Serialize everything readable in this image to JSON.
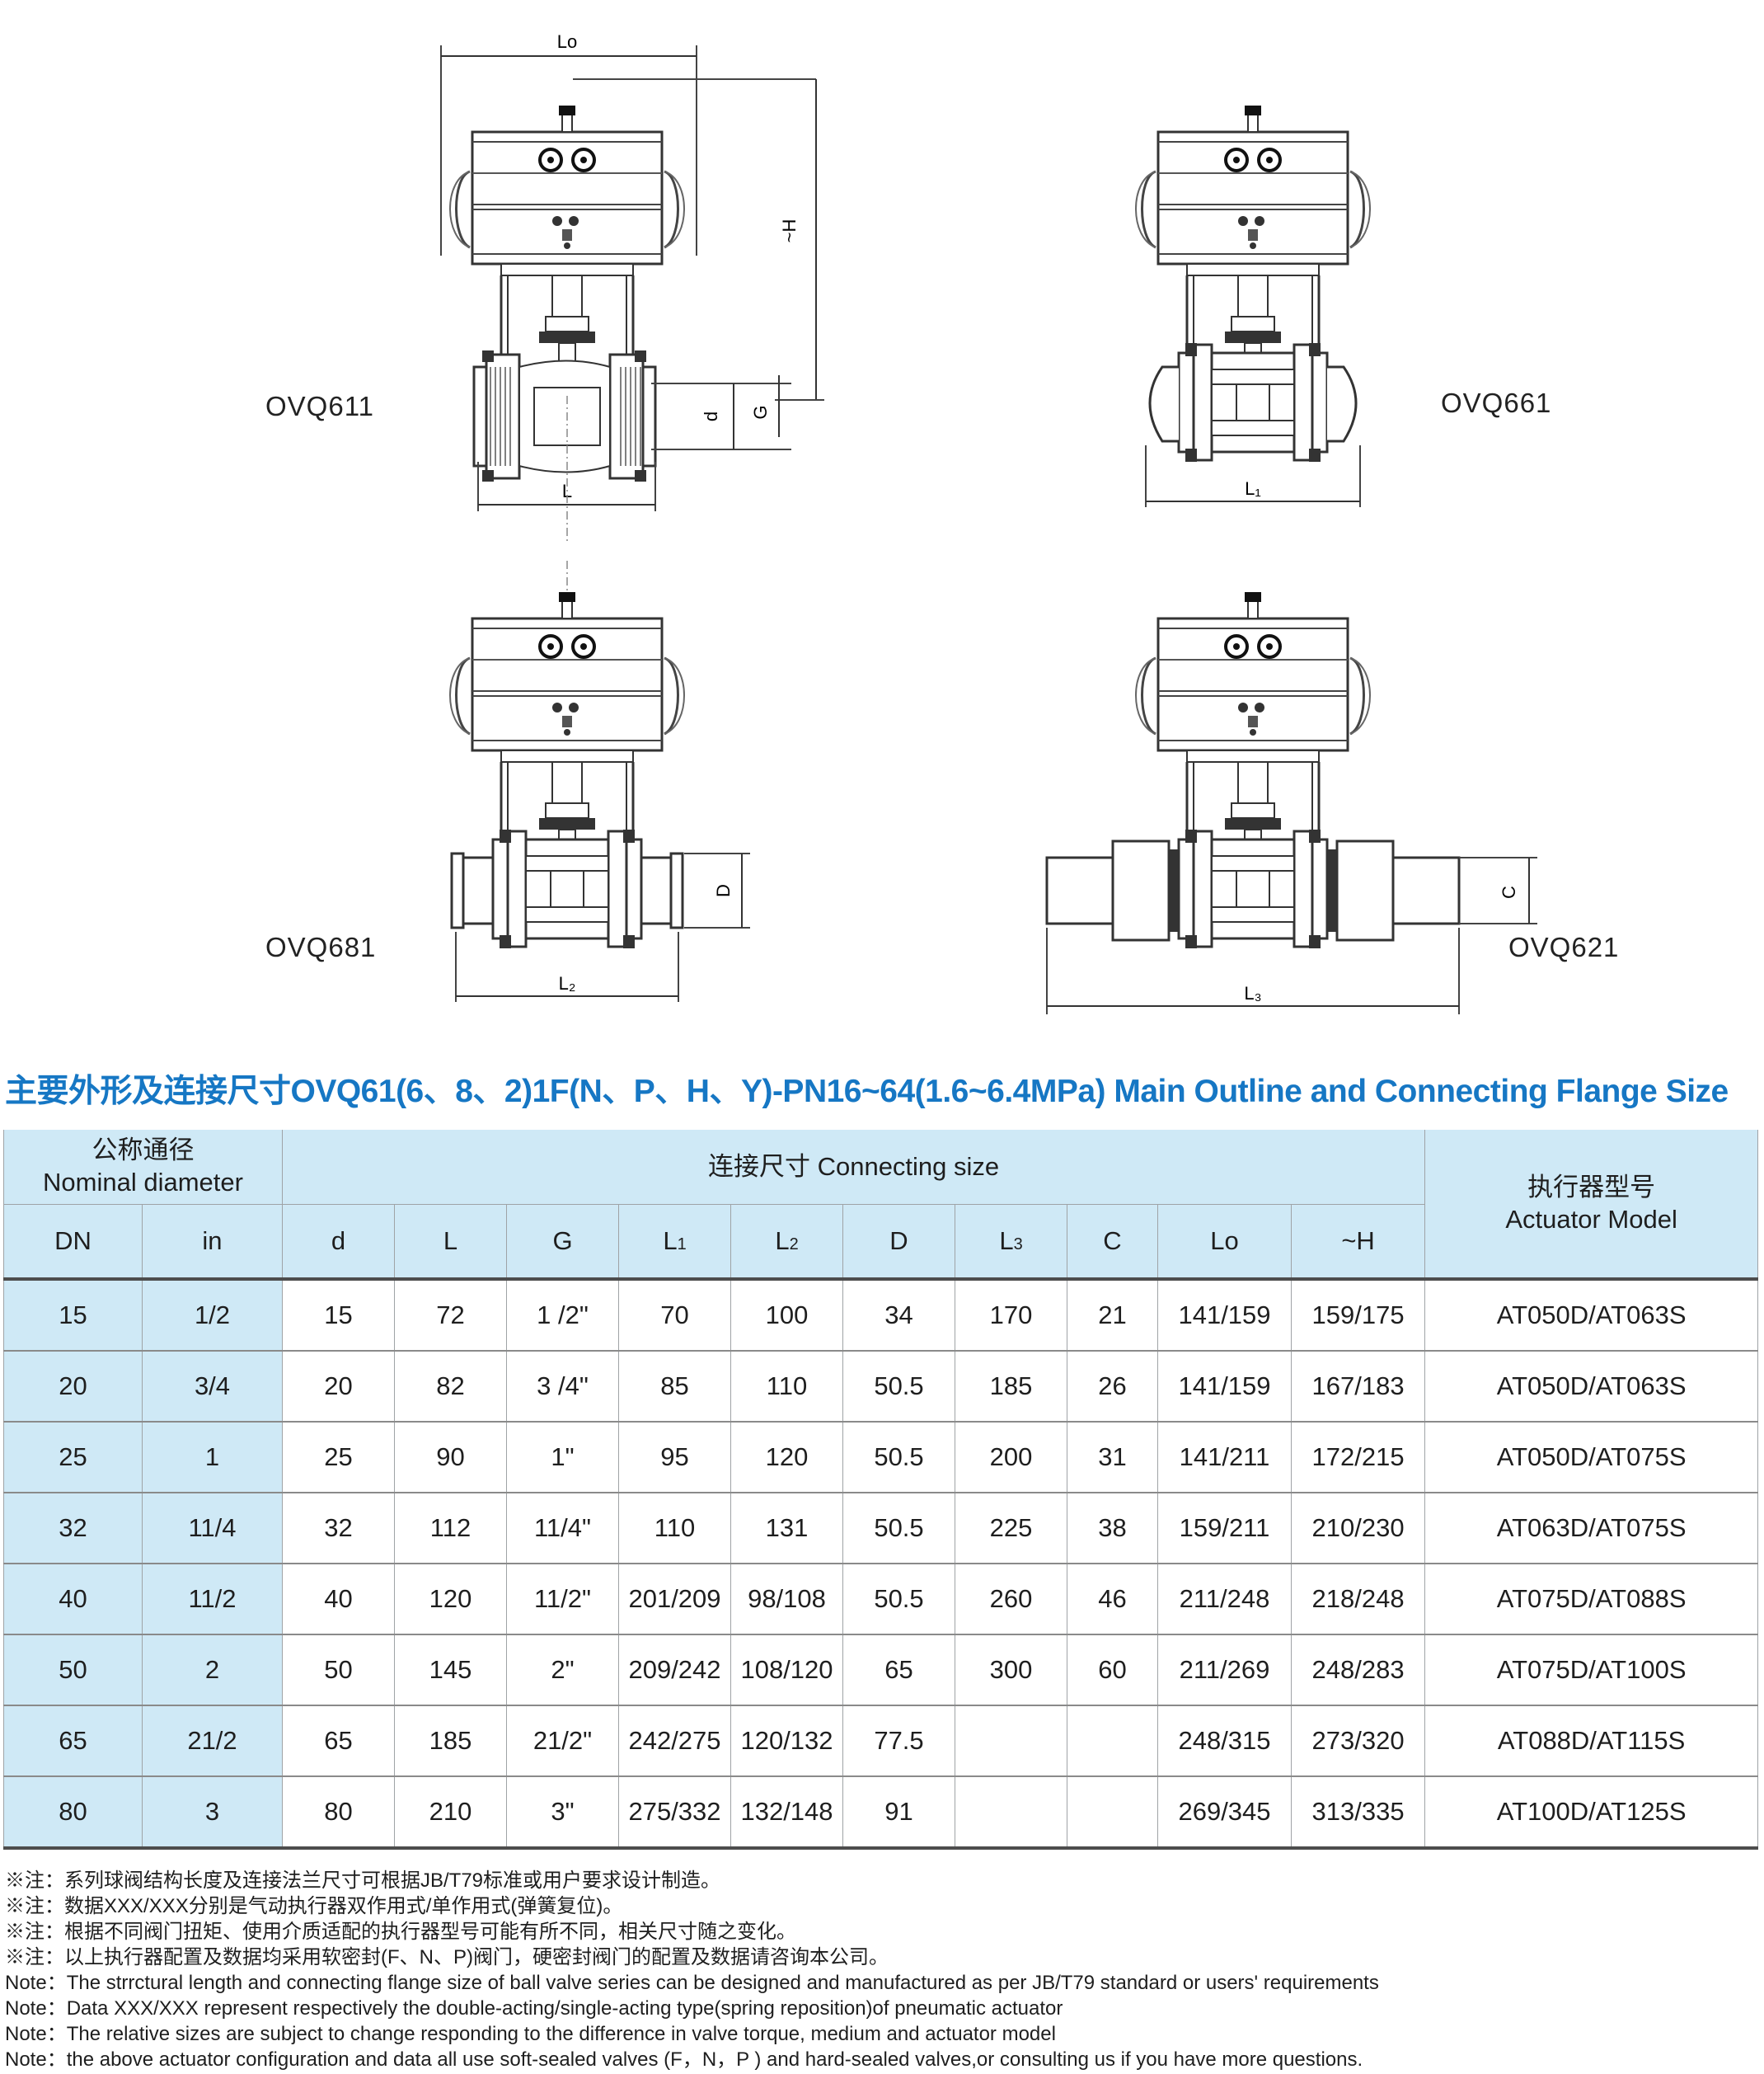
{
  "drawings": [
    {
      "model": "OVQ611",
      "dims": [
        "Lo",
        "~H",
        "d",
        "G",
        "L"
      ]
    },
    {
      "model": "OVQ661",
      "dims": [
        "L1"
      ]
    },
    {
      "model": "OVQ681",
      "dims": [
        "D",
        "L2"
      ]
    },
    {
      "model": "OVQ621",
      "dims": [
        "C",
        "L3"
      ]
    }
  ],
  "section_title": "主要外形及连接尺寸OVQ61(6、8、2)1F(N、P、H、Y)-PN16~64(1.6~6.4MPa) Main Outline and Connecting Flange Size",
  "table": {
    "nominal_cn": "公称通径",
    "nominal_en": "Nominal diameter",
    "connecting_label": "连接尺寸 Connecting size",
    "actuator_cn": "执行器型号",
    "actuator_en": "Actuator Model",
    "col_dn": "DN",
    "col_in": "in",
    "cols": [
      {
        "main": "d",
        "sub": ""
      },
      {
        "main": "L",
        "sub": ""
      },
      {
        "main": "G",
        "sub": ""
      },
      {
        "main": "L",
        "sub": "1"
      },
      {
        "main": "L",
        "sub": "2"
      },
      {
        "main": "D",
        "sub": ""
      },
      {
        "main": "L",
        "sub": "3"
      },
      {
        "main": "C",
        "sub": ""
      },
      {
        "main": "Lo",
        "sub": ""
      },
      {
        "main": "~H",
        "sub": ""
      }
    ],
    "rows": [
      {
        "dn": "15",
        "in": "1/2",
        "d": "15",
        "L": "72",
        "G": "1 /2\"",
        "L1": "70",
        "L2": "100",
        "D": "34",
        "L3": "170",
        "C": "21",
        "Lo": "141/159",
        "H": "159/175",
        "model": "AT050D/AT063S"
      },
      {
        "dn": "20",
        "in": "3/4",
        "d": "20",
        "L": "82",
        "G": "3 /4\"",
        "L1": "85",
        "L2": "110",
        "D": "50.5",
        "L3": "185",
        "C": "26",
        "Lo": "141/159",
        "H": "167/183",
        "model": "AT050D/AT063S"
      },
      {
        "dn": "25",
        "in": "1",
        "d": "25",
        "L": "90",
        "G": "1\"",
        "L1": "95",
        "L2": "120",
        "D": "50.5",
        "L3": "200",
        "C": "31",
        "Lo": "141/211",
        "H": "172/215",
        "model": "AT050D/AT075S"
      },
      {
        "dn": "32",
        "in": "11/4",
        "d": "32",
        "L": "112",
        "G": "11/4\"",
        "L1": "110",
        "L2": "131",
        "D": "50.5",
        "L3": "225",
        "C": "38",
        "Lo": "159/211",
        "H": "210/230",
        "model": "AT063D/AT075S"
      },
      {
        "dn": "40",
        "in": "11/2",
        "d": "40",
        "L": "120",
        "G": "11/2\"",
        "L1": "201/209",
        "L2": "98/108",
        "D": "50.5",
        "L3": "260",
        "C": "46",
        "Lo": "211/248",
        "H": "218/248",
        "model": "AT075D/AT088S"
      },
      {
        "dn": "50",
        "in": "2",
        "d": "50",
        "L": "145",
        "G": "2\"",
        "L1": "209/242",
        "L2": "108/120",
        "D": "65",
        "L3": "300",
        "C": "60",
        "Lo": "211/269",
        "H": "248/283",
        "model": "AT075D/AT100S"
      },
      {
        "dn": "65",
        "in": "21/2",
        "d": "65",
        "L": "185",
        "G": "21/2\"",
        "L1": "242/275",
        "L2": "120/132",
        "D": "77.5",
        "L3": "",
        "C": "",
        "Lo": "248/315",
        "H": "273/320",
        "model": "AT088D/AT115S"
      },
      {
        "dn": "80",
        "in": "3",
        "d": "80",
        "L": "210",
        "G": "3\"",
        "L1": "275/332",
        "L2": "132/148",
        "D": "91",
        "L3": "",
        "C": "",
        "Lo": "269/345",
        "H": "313/335",
        "model": "AT100D/AT125S"
      }
    ]
  },
  "notes": [
    {
      "prefix": "※注：",
      "text": "系列球阀结构长度及连接法兰尺寸可根据JB/T79标准或用户要求设计制造。"
    },
    {
      "prefix": "※注：",
      "text": "数据XXX/XXX分别是气动执行器双作用式/单作用式(弹簧复位)。"
    },
    {
      "prefix": "※注：",
      "text": "根据不同阀门扭矩、使用介质适配的执行器型号可能有所不同，相关尺寸随之变化。"
    },
    {
      "prefix": "※注：",
      "text": "以上执行器配置及数据均采用软密封(F、N、P)阀门，硬密封阀门的配置及数据请咨询本公司。"
    },
    {
      "prefix": "Note：",
      "text": "The strrctural length and connecting flange size of ball valve series can be designed and manufactured as per JB/T79 standard or users' requirements"
    },
    {
      "prefix": "Note：",
      "text": "Data XXX/XXX represent respectively the double-acting/single-acting type(spring reposition)of pneumatic actuator"
    },
    {
      "prefix": "Note：",
      "text": "The relative sizes are subject to change responding to the difference in valve torque, medium and actuator model"
    },
    {
      "prefix": "Note：",
      "text": "the above actuator  configuration and data  all use soft-sealed valves (F，N，P ) and  hard-sealed valves,or consulting us if you have more questions."
    }
  ]
}
